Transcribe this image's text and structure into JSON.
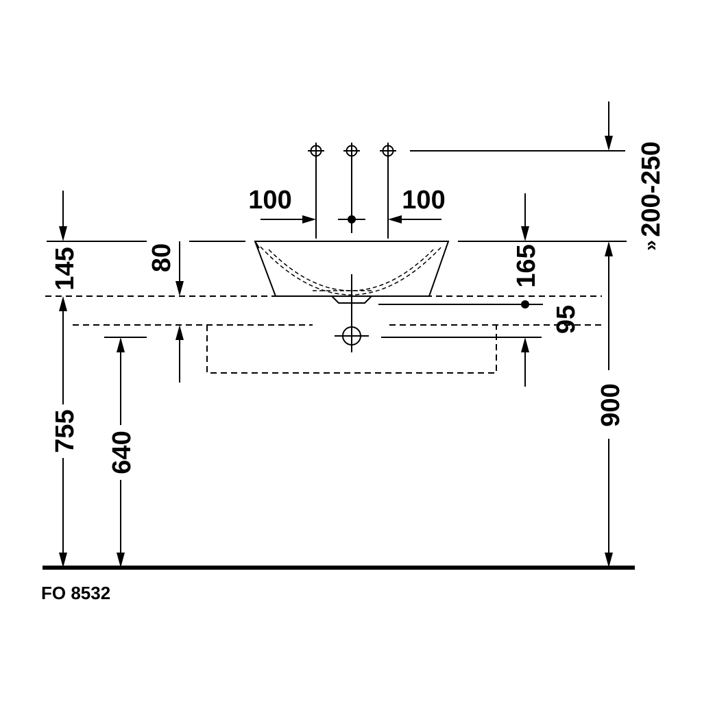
{
  "drawing": {
    "code": "FO 8532",
    "dimensions": {
      "tap_spacing_left": "100",
      "tap_spacing_right": "100",
      "tap_height": "200-250",
      "tap_height_prefix": "»",
      "rim_to_counter_left": "145",
      "basin_depth": "80",
      "rim_to_waste": "165",
      "waste_drop": "95",
      "counter_height": "755",
      "underside_height": "640",
      "rim_height": "900"
    }
  }
}
